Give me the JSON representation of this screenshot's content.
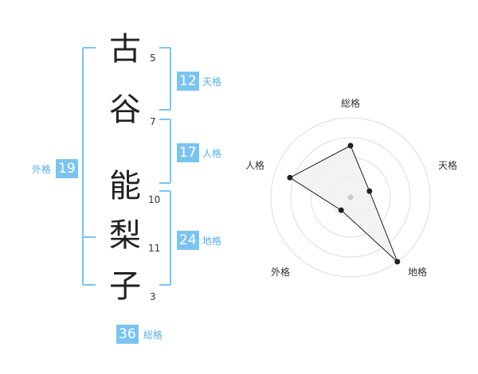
{
  "name": {
    "chars": [
      "古",
      "谷",
      "能",
      "梨",
      "子"
    ],
    "strokes": [
      "5",
      "7",
      "10",
      "11",
      "3"
    ]
  },
  "fortunes": {
    "tenkaku": {
      "value": "12",
      "label": "天格"
    },
    "jinkaku": {
      "value": "17",
      "label": "人格"
    },
    "chikaku": {
      "value": "24",
      "label": "地格"
    },
    "gaikaku": {
      "value": "19",
      "label": "外格"
    },
    "soukaku": {
      "value": "36",
      "label": "総格"
    }
  },
  "colors": {
    "accent": "#7cc4f0",
    "accent_text": "#5aaee6",
    "polygon_fill": "#f0f0f0",
    "polygon_stroke": "#222222"
  },
  "chart_data": {
    "type": "radar",
    "axes": [
      "総格",
      "天格",
      "地格",
      "外格",
      "人格"
    ],
    "values": [
      0.65,
      0.25,
      1.0,
      0.2,
      0.8
    ],
    "rings": 4,
    "range": [
      0,
      1
    ]
  }
}
